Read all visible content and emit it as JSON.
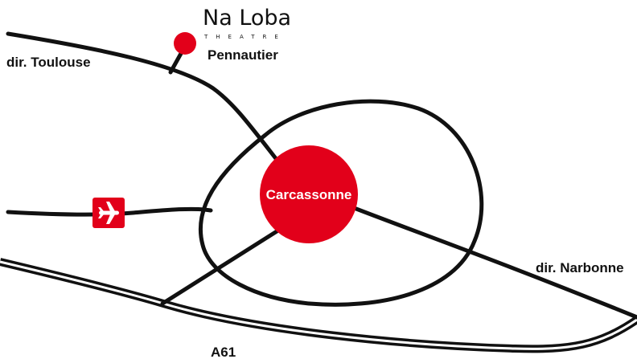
{
  "logo": {
    "name": "Na Loba",
    "subtitle": "THEATRE"
  },
  "places": {
    "venue": "Pennautier",
    "city": "Carcassonne"
  },
  "directions": {
    "west": "dir. Toulouse",
    "east": "dir. Narbonne"
  },
  "highway": "A61",
  "icons": {
    "airport": "airplane-icon",
    "venue_marker": "map-pin-icon"
  },
  "colors": {
    "accent": "#e2001a",
    "road": "#111111",
    "background": "#ffffff"
  }
}
